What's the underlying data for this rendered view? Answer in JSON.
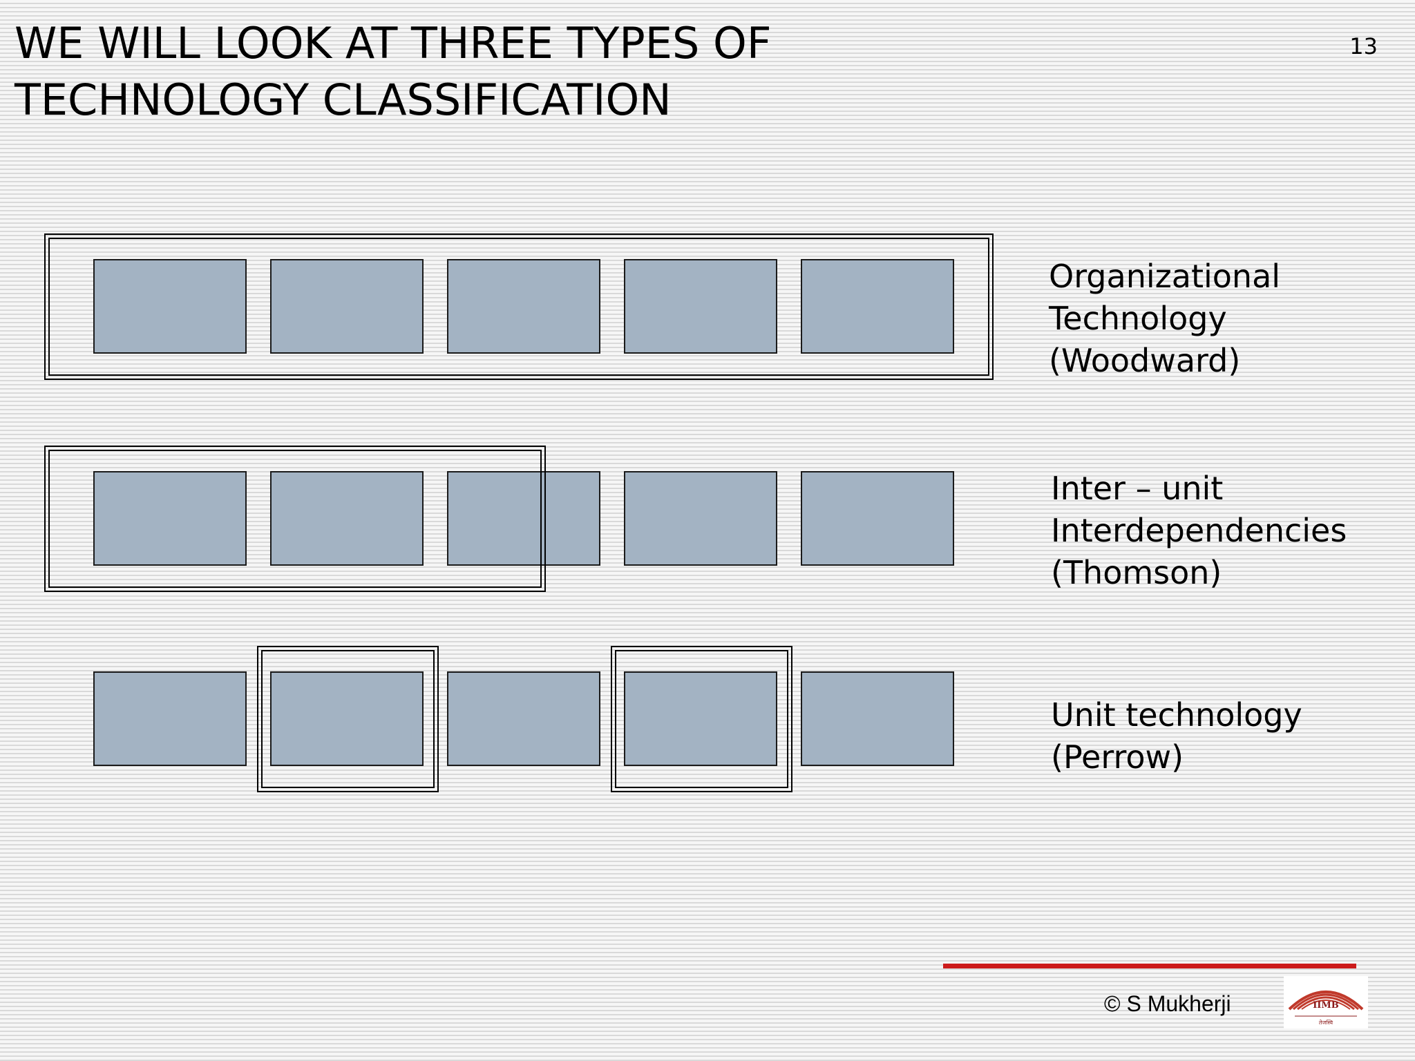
{
  "slide": {
    "title_lines": [
      "WE WILL LOOK AT THREE TYPES OF",
      "TECHNOLOGY CLASSIFICATION"
    ],
    "page_number": "13"
  },
  "rows": [
    {
      "label_lines": [
        "Organizational",
        "Technology",
        "(Woodward)"
      ]
    },
    {
      "label_lines": [
        "Inter – unit",
        "Interdependencies",
        "(Thomson)"
      ]
    },
    {
      "label_lines": [
        "Unit technology",
        "(Perrow)"
      ]
    }
  ],
  "footer": {
    "copyright": "©  S Mukherji",
    "logo_text": "IIMB"
  },
  "colors": {
    "cell_fill": "#a3b3c3",
    "accent_rule": "#cc1b1b"
  }
}
